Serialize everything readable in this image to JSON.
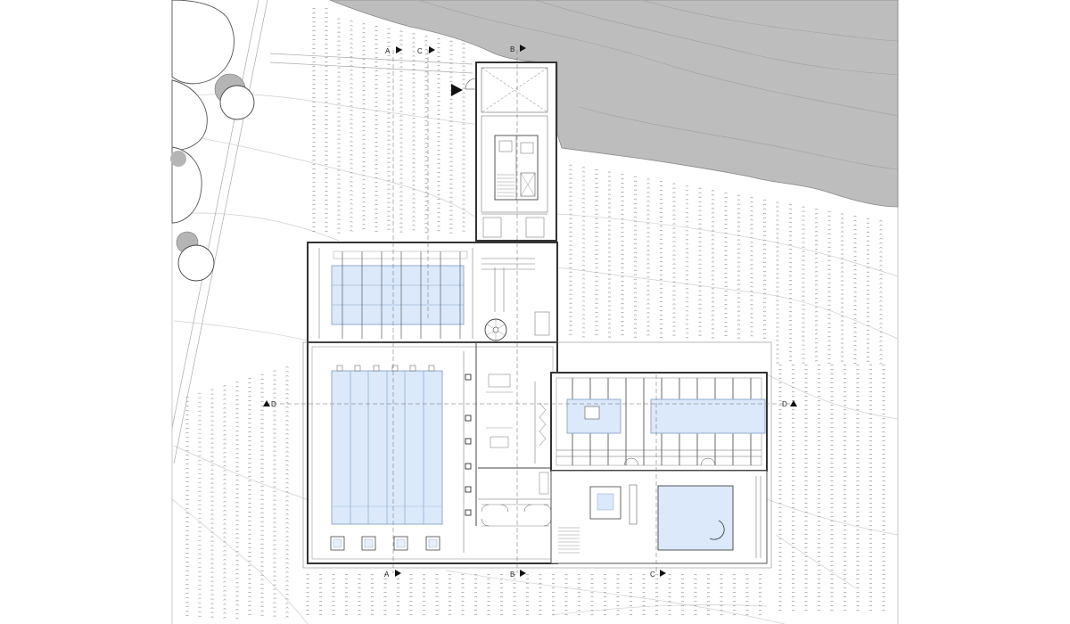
{
  "colors": {
    "water": "#bdbdbd",
    "pool": "#dbe9fb",
    "pool_stroke": "#8aa6c8",
    "wall": "#333333",
    "tree_shadow": "#b5b5b5",
    "vine": "#9a9a9a"
  },
  "section_markers": {
    "a_top": "A",
    "c_top": "C",
    "b_top": "B",
    "d_left": "D",
    "d_right": "D",
    "a_bottom": "A",
    "b_bottom": "B",
    "c_bottom": "C"
  },
  "icons": {
    "entrance": "entrance-arrow-icon",
    "section_arrow": "section-arrow-icon",
    "tree": "tree-icon",
    "spiral_stair": "spiral-stair-icon"
  }
}
